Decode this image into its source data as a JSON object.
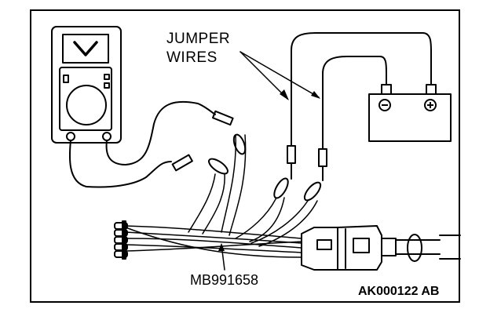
{
  "labels": {
    "jumper_line1": "JUMPER",
    "jumper_line2": "WIRES",
    "tool_number": "MB991658",
    "figure_code": "AK000122 AB"
  },
  "meter": {
    "display_symbol": "V"
  },
  "battery": {
    "negative_symbol": "−",
    "positive_symbol": "+"
  }
}
